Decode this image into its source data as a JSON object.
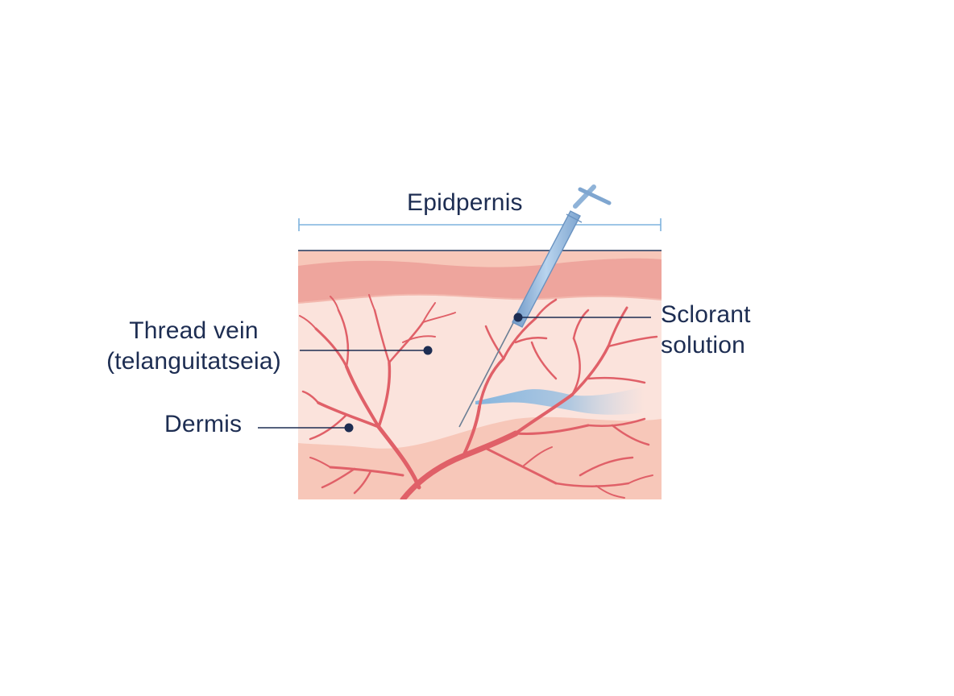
{
  "labels": {
    "top": "Epidpernis",
    "thread_vein_line1": "Thread vein",
    "thread_vein_line2": "(telanguitatseia)",
    "dermis": "Dermis",
    "sclerosant_line1": "Sclorant",
    "sclerosant_line2": "solution"
  },
  "colors": {
    "label_text": "#1d2d52",
    "epidermis_band": "#eea59d",
    "dermis_upper": "#fbe2da",
    "dermis_lower": "#f7c7b9",
    "vein": "#e06068",
    "needle": "#8fb3d8",
    "solution": "#7fb3de",
    "dimension_line": "#7fb3de",
    "leader_line": "#1d2d52"
  }
}
